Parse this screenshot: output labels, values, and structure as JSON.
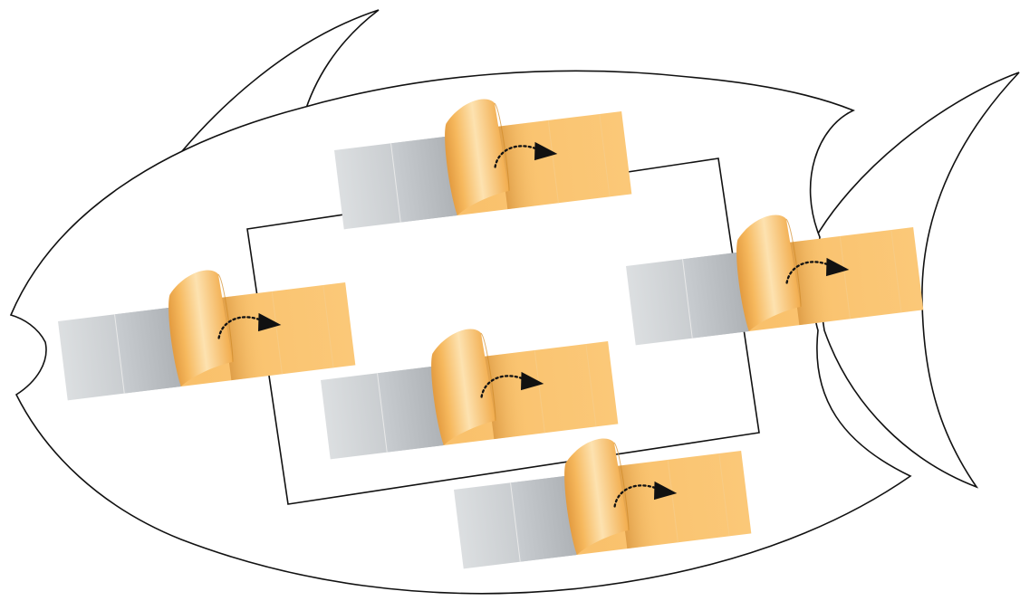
{
  "figure": {
    "subject": "fish-outline",
    "palette": {
      "outline": "#111111",
      "background": "#ffffff",
      "gray_light": "#d9dcde",
      "gray_dark": "#aeb2b6",
      "orange_light": "#fde0ac",
      "orange_main": "#fbc575",
      "orange_dark": "#e7a14a"
    },
    "strip_count": 5,
    "strip_segments": {
      "gray": 2,
      "orange": 3
    },
    "strip_icons": {
      "fold": "page-curl-icon",
      "arrow": "dotted-curved-arrow-icon"
    }
  }
}
